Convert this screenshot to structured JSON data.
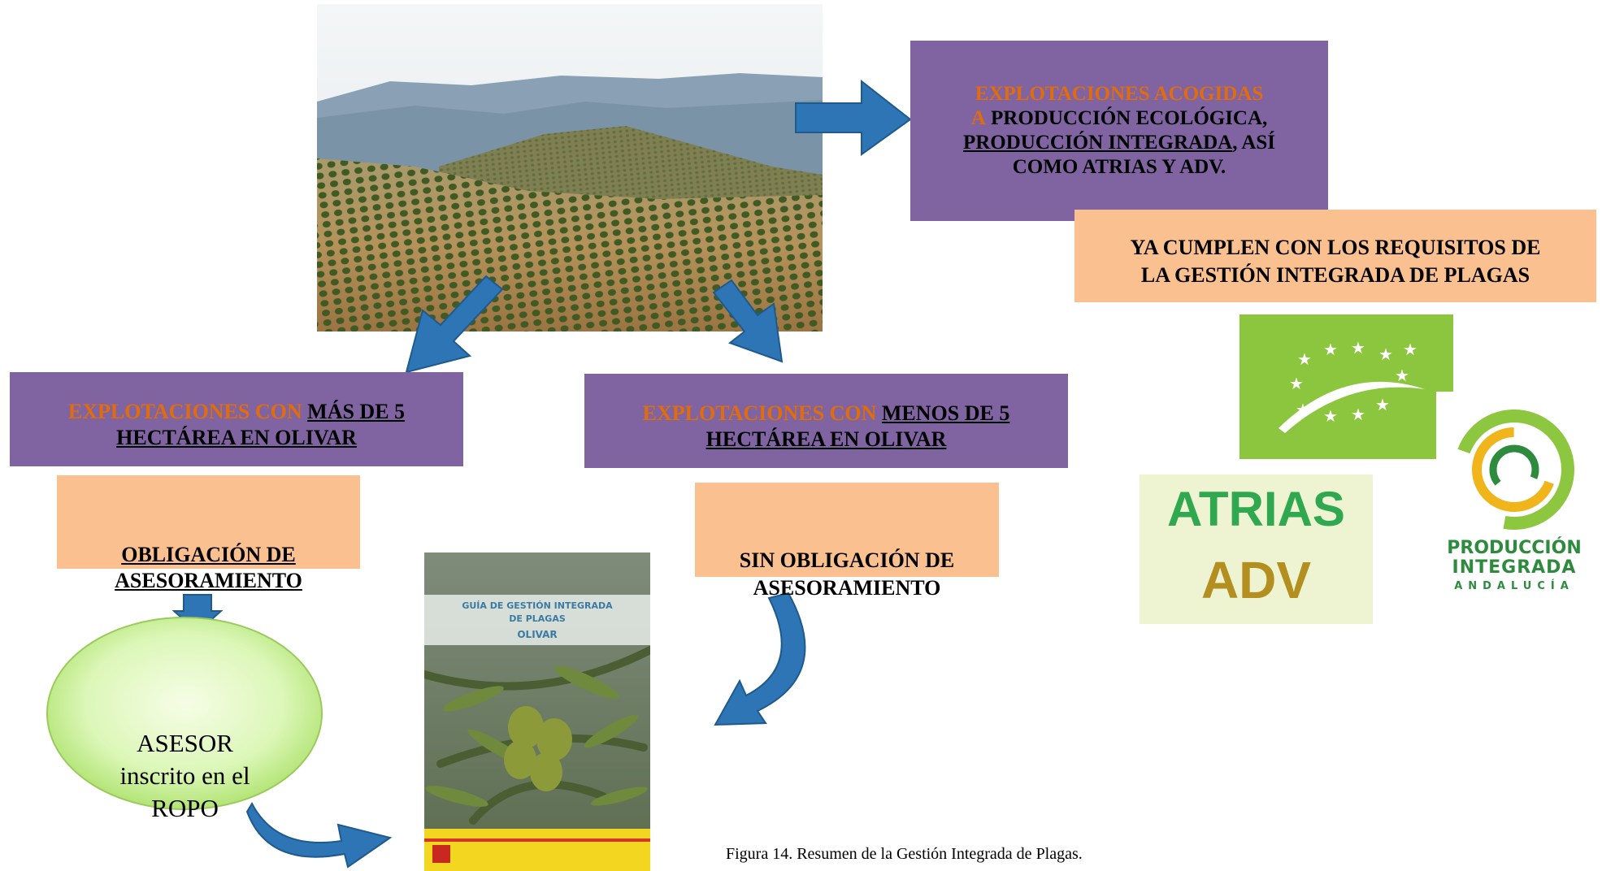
{
  "top_right": {
    "line1": "EXPLOTACIONES ACOGIDAS",
    "line2_prefix": "A",
    "line2_rest": "PRODUCCIÓN ECOLÓGICA,",
    "line3_underlined": "PRODUCCIÓN INTEGRADA",
    "line3_rest": ", ASÍ",
    "line4": "COMO ATRIAS Y ADV."
  },
  "requirements": {
    "line1": "YA CUMPLEN CON LOS REQUISITOS DE",
    "line2": "LA GESTIÓN INTEGRADA DE PLAGAS"
  },
  "left_branch": {
    "prefix": "EXPLOTACIONES CON",
    "underlined1": "MÁS DE 5",
    "underlined2": "HECTÁREA EN OLIVAR",
    "obligation_line1": "OBLIGACIÓN DE",
    "obligation_line2": "ASESORAMIENTO"
  },
  "right_branch": {
    "prefix": "EXPLOTACIONES CON",
    "underlined1": "MENOS DE 5",
    "underlined2": "HECTÁREA EN OLIVAR",
    "obligation_line1": "SIN OBLIGACIÓN DE",
    "obligation_line2": "ASESORAMIENTO"
  },
  "advisor": {
    "line1": "ASESOR",
    "line2": "inscrito en el",
    "line3": "ROPO"
  },
  "guide": {
    "line1": "GUÍA DE GESTIÓN INTEGRADA",
    "line2": "DE PLAGAS",
    "line3": "OLIVAR"
  },
  "logos": {
    "atrias": "ATRIAS",
    "adv": "ADV",
    "pi_line1": "PRODUCCIÓN",
    "pi_line2": "INTEGRADA",
    "pi_line3": "ANDALUCÍA"
  },
  "caption": "Figura 14. Resumen de la Gestión Integrada de Plagas.",
  "colors": {
    "purple": "#8064a2",
    "peach": "#fac090",
    "orange_text": "#e36c0a",
    "arrow_blue": "#2e75b6",
    "eu_green": "#8cc63f",
    "ellipse_green": "#c6f08a"
  }
}
